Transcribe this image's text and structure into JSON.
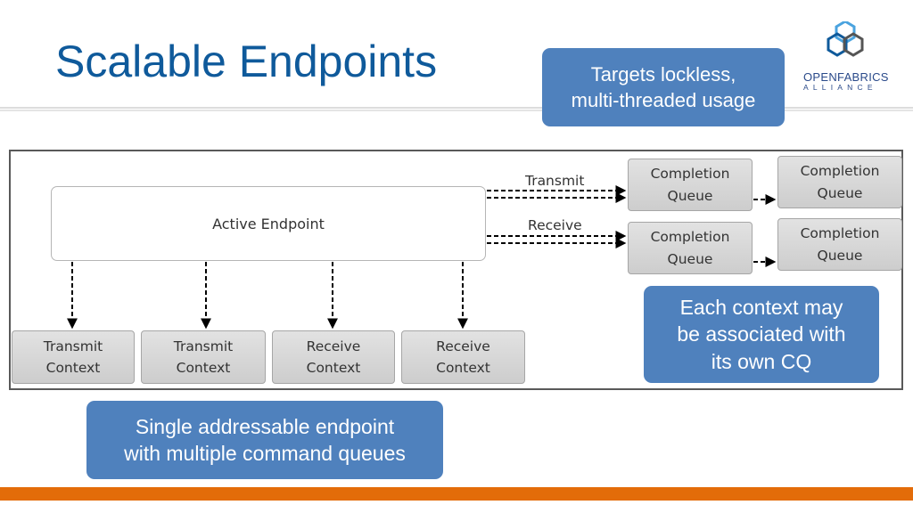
{
  "slide": {
    "title": "Scalable Endpoints"
  },
  "callouts": {
    "top": "Targets lockless,\nmulti-threaded usage",
    "right": "Each context may\nbe associated with\nits own CQ",
    "bottom": "Single addressable endpoint\nwith multiple command queues"
  },
  "logo": {
    "line1": "OPENFABRICS",
    "line2": "ALLIANCE",
    "colors": [
      "#0f5a9b",
      "#555555",
      "#4aa3df"
    ]
  },
  "diagram": {
    "endpoint": "Active Endpoint",
    "transmit_label": "Transmit",
    "receive_label": "Receive",
    "contexts": [
      "Transmit\nContext",
      "Transmit\nContext",
      "Receive\nContext",
      "Receive\nContext"
    ],
    "completion_queues": [
      "Completion\nQueue",
      "Completion\nQueue",
      "Completion\nQueue",
      "Completion\nQueue"
    ]
  },
  "colors": {
    "title": "#0f5a9b",
    "callout": "#4f81bd",
    "footer": "#e36c09"
  }
}
